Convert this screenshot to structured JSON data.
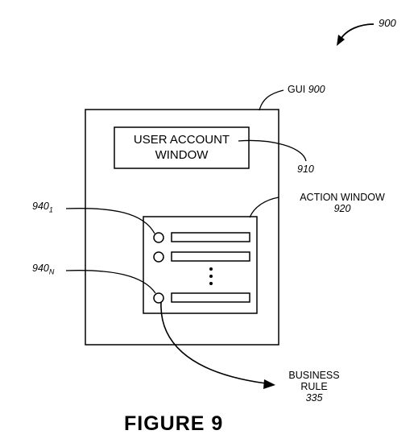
{
  "figure": {
    "ref": "900",
    "caption": "FIGURE 9"
  },
  "gui": {
    "label": "GUI",
    "ref": "900"
  },
  "user_account_window": {
    "line1": "USER ACCOUNT",
    "line2": "WINDOW",
    "ref": "910"
  },
  "action_window": {
    "label": "ACTION WINDOW",
    "ref": "920",
    "rows": [
      {
        "type": "row"
      },
      {
        "type": "row"
      },
      {
        "type": "ellipsis"
      },
      {
        "type": "row"
      }
    ]
  },
  "callouts": {
    "first_item": {
      "base": "940",
      "sub": "1"
    },
    "last_item": {
      "base": "940",
      "sub": "N"
    }
  },
  "business_rule": {
    "line1": "BUSINESS",
    "line2": "RULE",
    "ref": "335"
  }
}
